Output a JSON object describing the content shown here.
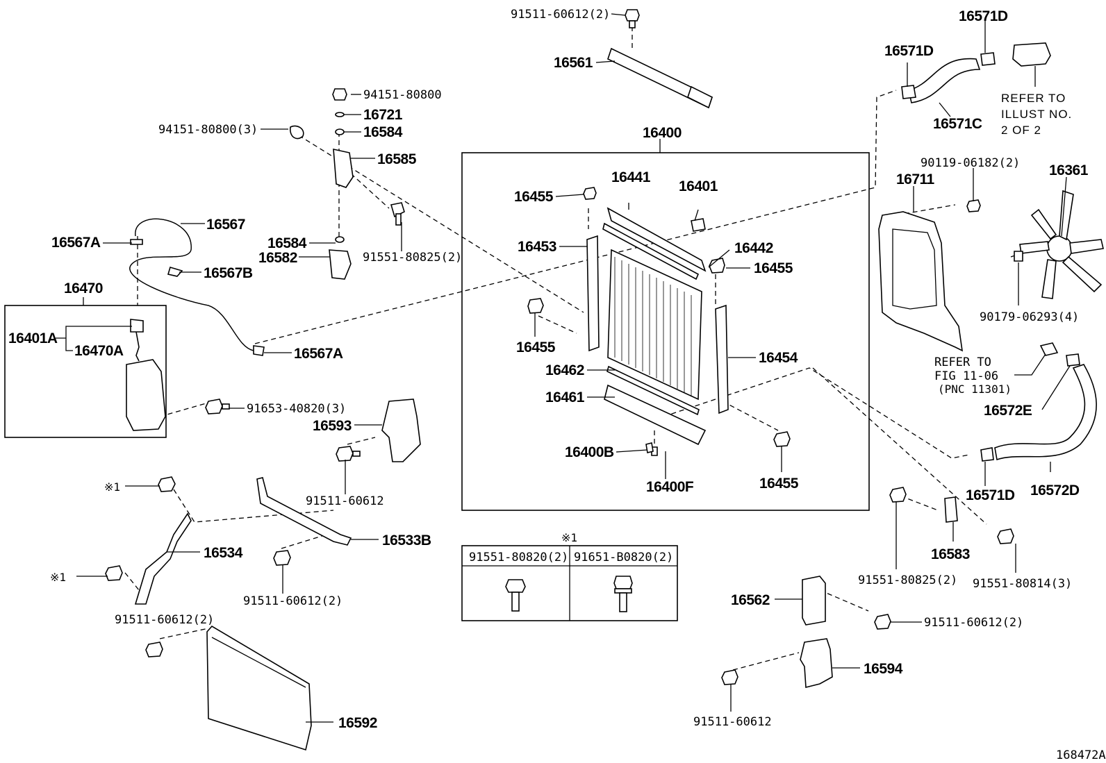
{
  "diagram_id": "168472A",
  "assembly": {
    "radiator_assy": "16400"
  },
  "labels": {
    "p_91511_60612_2_top": "91511-60612(2)",
    "p_16561": "16561",
    "p_94151_80800": "94151-80800",
    "p_16721": "16721",
    "p_94151_80800_3": "94151-80800(3)",
    "p_16584_a": "16584",
    "p_16585": "16585",
    "p_16567": "16567",
    "p_16567A_a": "16567A",
    "p_16584_b": "16584",
    "p_16582": "16582",
    "p_91551_80825_2_a": "91551-80825(2)",
    "p_16567B": "16567B",
    "p_16470": "16470",
    "p_16401A": "16401A",
    "p_16470A": "16470A",
    "p_16567A_b": "16567A",
    "p_91653_40820_3": "91653-40820(3)",
    "p_16593": "16593",
    "p_91511_60612_a": "91511-60612",
    "p_mark1_a": "※1",
    "p_16534": "16534",
    "p_16533B": "16533B",
    "p_mark1_b": "※1",
    "p_91511_60612_2_b": "91511-60612(2)",
    "p_91511_60612_2_c": "91511-60612(2)",
    "p_16592": "16592",
    "p_16400": "16400",
    "p_16441": "16441",
    "p_16401": "16401",
    "p_16455_a": "16455",
    "p_16453": "16453",
    "p_16442": "16442",
    "p_16455_b": "16455",
    "p_16455_c": "16455",
    "p_16454": "16454",
    "p_16462": "16462",
    "p_16461": "16461",
    "p_16400B": "16400B",
    "p_16400F": "16400F",
    "p_16455_d": "16455",
    "p_16571D_a": "16571D",
    "p_16571D_b": "16571D",
    "p_16571C": "16571C",
    "p_90119_06182_2": "90119-06182(2)",
    "p_16361": "16361",
    "p_16711": "16711",
    "p_90179_06293_4": "90179-06293(4)",
    "p_16572E": "16572E",
    "p_16571D_c": "16571D",
    "p_16572D": "16572D",
    "p_16583": "16583",
    "p_91551_80825_2_b": "91551-80825(2)",
    "p_91551_80814_3": "91551-80814(3)",
    "p_16562": "16562",
    "p_91511_60612_2_d": "91511-60612(2)",
    "p_16594": "16594",
    "p_91511_60612_b": "91511-60612"
  },
  "notes": {
    "refer_illust": [
      "REFER TO",
      "ILLUST NO.",
      "2 OF 2"
    ],
    "refer_fig": [
      "REFER TO",
      "FIG 11-06",
      "(PNC 11301)"
    ]
  },
  "legend_table": {
    "mark": "※1",
    "col1": "91551-80820(2)",
    "col2": "91651-B0820(2)"
  }
}
